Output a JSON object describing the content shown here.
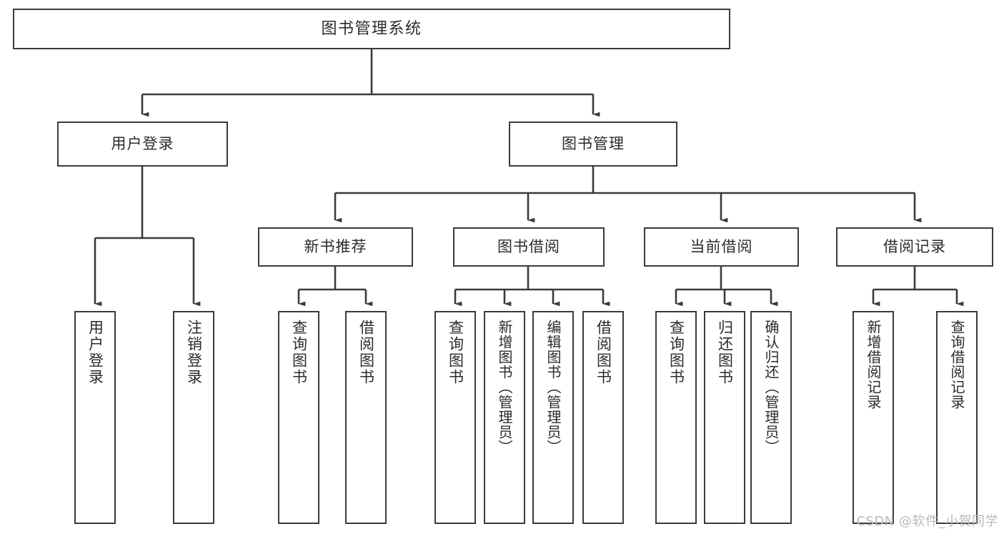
{
  "diagram": {
    "title": "图书管理系统",
    "type": "tree-hierarchy",
    "watermark": "CSDN @软件_小贺同学",
    "colors": {
      "background": "#ffffff",
      "box_border": "#3b3b3b",
      "box_fill": "#ffffff",
      "text": "#2b2b2b",
      "connector": "#3b3b3b",
      "watermark": "#b9b9b9"
    },
    "root": {
      "label": "图书管理系统"
    },
    "level2": [
      {
        "id": "user-login",
        "label": "用户登录"
      },
      {
        "id": "book-manage",
        "label": "图书管理"
      }
    ],
    "level3": [
      {
        "id": "new-book-recommend",
        "label": "新书推荐",
        "parent": "book-manage"
      },
      {
        "id": "book-borrow",
        "label": "图书借阅",
        "parent": "book-manage"
      },
      {
        "id": "current-borrow",
        "label": "当前借阅",
        "parent": "book-manage"
      },
      {
        "id": "borrow-record",
        "label": "借阅记录",
        "parent": "book-manage"
      }
    ],
    "leaves": {
      "user-login": [
        {
          "id": "leaf-user-login",
          "label": "用户登录"
        },
        {
          "id": "leaf-user-logout",
          "label": "注销登录"
        }
      ],
      "new-book-recommend": [
        {
          "id": "leaf-query-book-1",
          "label": "查询图书"
        },
        {
          "id": "leaf-borrow-book-1",
          "label": "借阅图书"
        }
      ],
      "book-borrow": [
        {
          "id": "leaf-query-book-2",
          "label": "查询图书"
        },
        {
          "id": "leaf-add-book",
          "label": "新增图书（管理员）"
        },
        {
          "id": "leaf-edit-book",
          "label": "编辑图书（管理员）"
        },
        {
          "id": "leaf-borrow-book-2",
          "label": "借阅图书"
        }
      ],
      "current-borrow": [
        {
          "id": "leaf-query-book-3",
          "label": "查询图书"
        },
        {
          "id": "leaf-return-book",
          "label": "归还图书"
        },
        {
          "id": "leaf-confirm-return",
          "label": "确认归还（管理员）"
        }
      ],
      "borrow-record": [
        {
          "id": "leaf-add-record",
          "label": "新增借阅记录"
        },
        {
          "id": "leaf-query-record",
          "label": "查询借阅记录"
        }
      ]
    }
  }
}
